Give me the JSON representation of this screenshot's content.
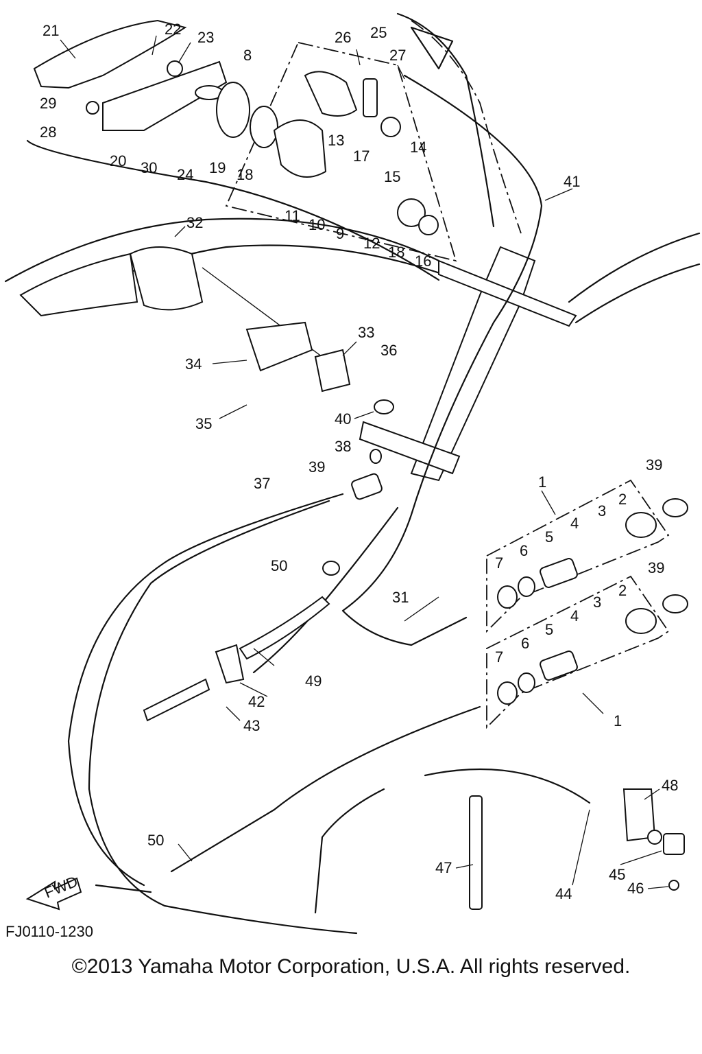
{
  "callouts": [
    "21",
    "22",
    "23",
    "26",
    "25",
    "27",
    "8",
    "29",
    "28",
    "20",
    "30",
    "24",
    "19",
    "18",
    "13",
    "17",
    "15",
    "14",
    "41",
    "11",
    "10",
    "9",
    "12",
    "18",
    "16",
    "32",
    "33",
    "36",
    "34",
    "35",
    "40",
    "38",
    "39",
    "37",
    "39",
    "1",
    "2",
    "3",
    "4",
    "5",
    "7",
    "6",
    "39",
    "50",
    "31",
    "2",
    "3",
    "4",
    "5",
    "7",
    "6",
    "1",
    "49",
    "42",
    "43",
    "48",
    "50",
    "47",
    "45",
    "44",
    "46"
  ],
  "fwd_label": "FWD",
  "diagram_code": "FJ0110-1230",
  "copyright": "©2013 Yamaha Motor Corporation, U.S.A. All rights reserved."
}
